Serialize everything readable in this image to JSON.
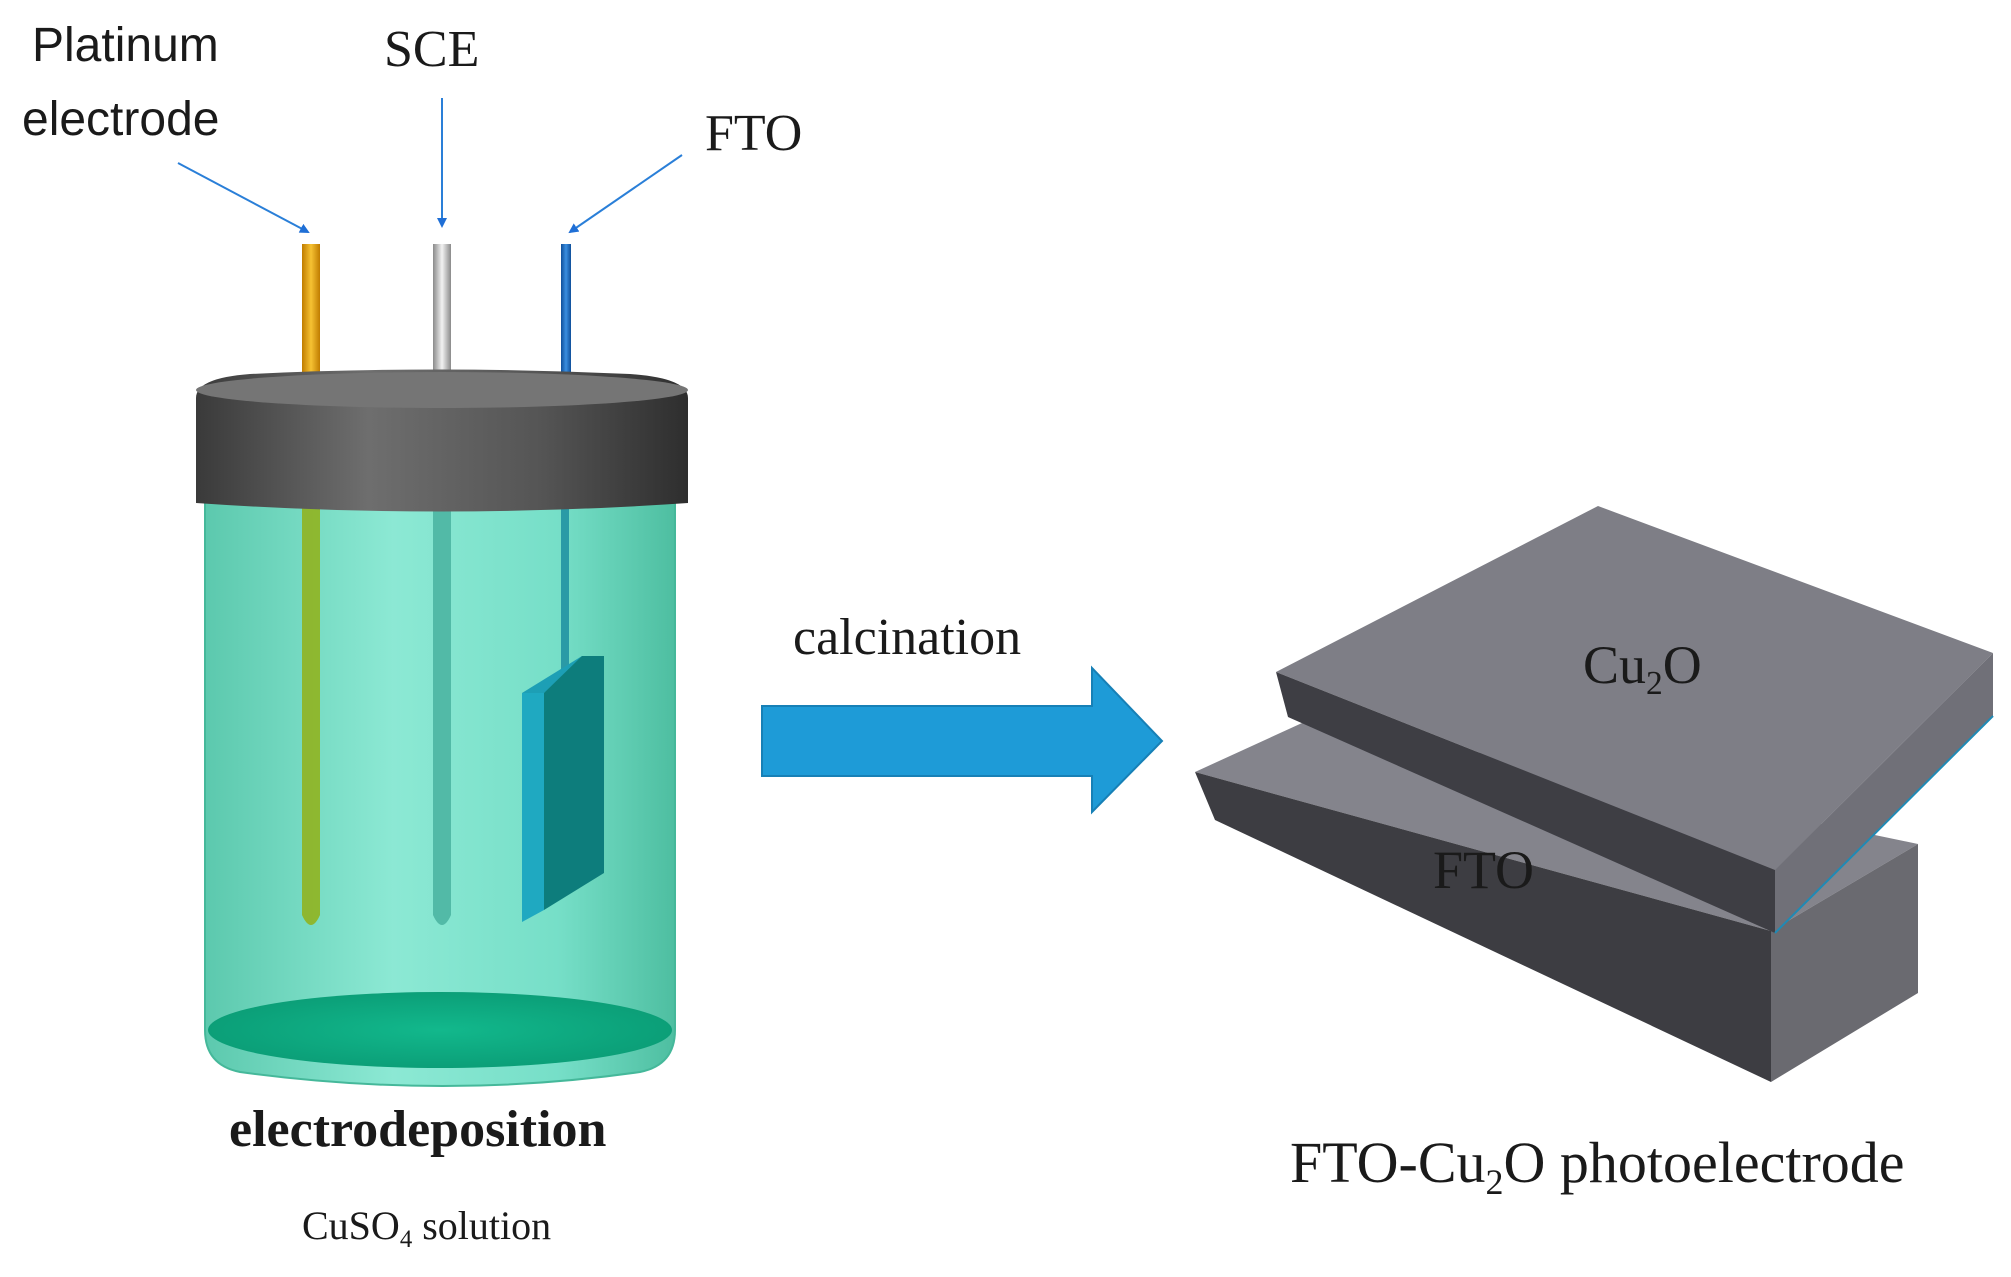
{
  "labels": {
    "platinum_line1": "Platinum",
    "platinum_line2": "electrode",
    "sce": "SCE",
    "fto_electrode": "FTO",
    "calcination": "calcination",
    "electrodeposition": "electrodeposition",
    "solution_pre": "CuSO",
    "solution_sub": "4",
    "solution_post": " solution",
    "cu2o_pre": "Cu",
    "cu2o_sub": "2",
    "cu2o_post": "O",
    "fto_layer": "FTO",
    "photo_pre": "FTO-Cu",
    "photo_sub": "2",
    "photo_post": "O photoelectrode"
  },
  "colors": {
    "platinum_rod": "#e8a20a",
    "sce_rod": "#c8c8c8",
    "fto_rod": "#1f6fc4",
    "solution": "#5fdcc0",
    "lid": "#4a4a4a",
    "arrow": "#1e9bd7",
    "slab_top": "#7e7e86",
    "slab_side": "#3e3e44"
  }
}
